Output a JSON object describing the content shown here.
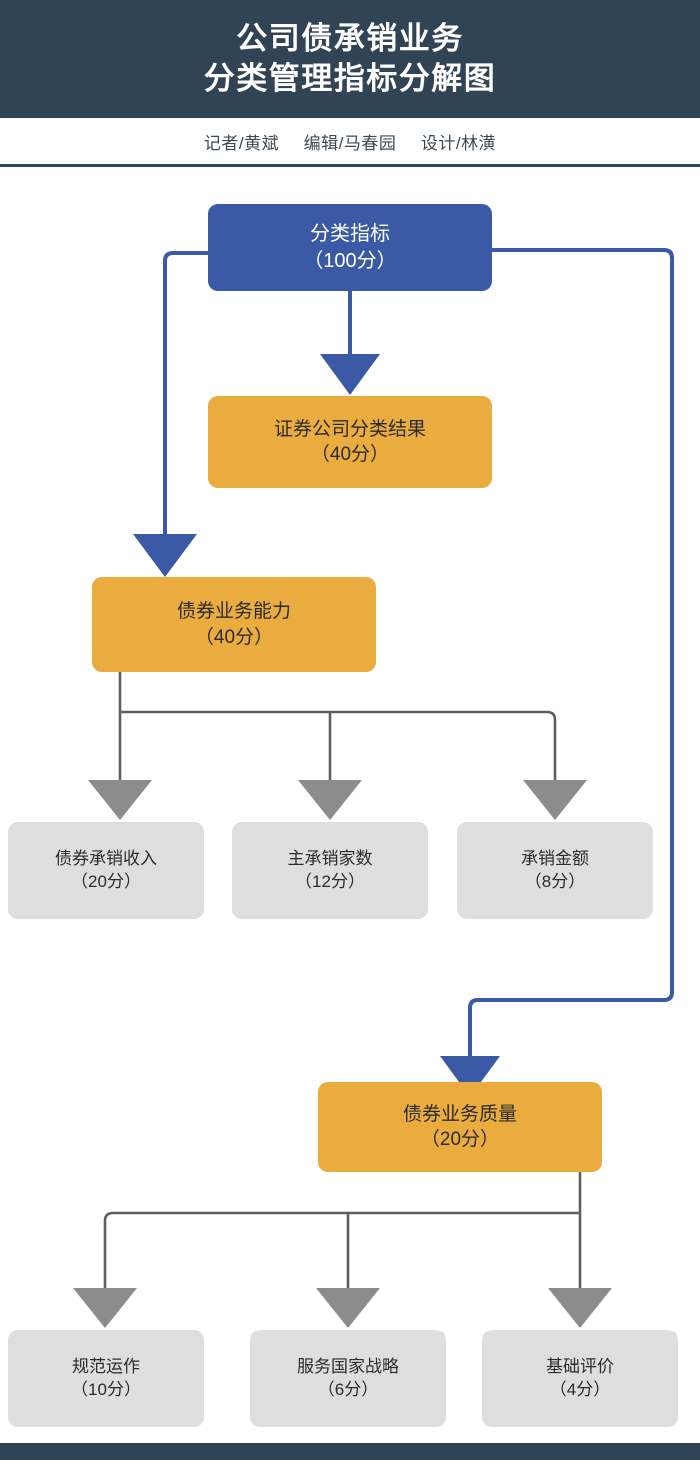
{
  "header": {
    "title_line1": "公司债承销业务",
    "title_line2": "分类管理指标分解图",
    "byline_reporter": "记者/黄斌",
    "byline_editor": "编辑/马春园",
    "byline_designer": "设计/林潢",
    "background_color": "#314455"
  },
  "colors": {
    "primary_blue": "#3a5aa5",
    "accent_orange": "#eaac3e",
    "leaf_gray": "#dedede",
    "connector_gray": "#5f5f5f",
    "arrow_gray": "#8c8c8c",
    "header_dark": "#314455",
    "page_background": "#ffffff"
  },
  "chart_data": {
    "type": "diagram",
    "title": "公司债承销业务分类管理指标分解图",
    "diagram_kind": "hierarchical-flowchart",
    "unit": "分",
    "root": {
      "id": "classification-index",
      "label": "分类指标",
      "score_label": "（100分）",
      "score": 100,
      "style": "primary"
    },
    "nodes": [
      {
        "id": "securities-firm-classification-result",
        "label": "证券公司分类结果",
        "score_label": "（40分）",
        "score": 40,
        "style": "accent",
        "parent": "classification-index",
        "level": 1
      },
      {
        "id": "bond-business-capability",
        "label": "债券业务能力",
        "score_label": "（40分）",
        "score": 40,
        "style": "accent",
        "parent": "classification-index",
        "level": 1
      },
      {
        "id": "bond-underwriting-income",
        "label": "债券承销收入",
        "score_label": "（20分）",
        "score": 20,
        "style": "leaf",
        "parent": "bond-business-capability",
        "level": 2
      },
      {
        "id": "lead-underwriter-count",
        "label": "主承销家数",
        "score_label": "（12分）",
        "score": 12,
        "style": "leaf",
        "parent": "bond-business-capability",
        "level": 2
      },
      {
        "id": "underwriting-amount",
        "label": "承销金额",
        "score_label": "（8分）",
        "score": 8,
        "style": "leaf",
        "parent": "bond-business-capability",
        "level": 2
      },
      {
        "id": "bond-business-quality",
        "label": "债券业务质量",
        "score_label": "（20分）",
        "score": 20,
        "style": "accent",
        "parent": "classification-index",
        "level": 1
      },
      {
        "id": "compliant-operation",
        "label": "规范运作",
        "score_label": "（10分）",
        "score": 10,
        "style": "leaf",
        "parent": "bond-business-quality",
        "level": 2
      },
      {
        "id": "serving-national-strategy",
        "label": "服务国家战略",
        "score_label": "（6分）",
        "score": 6,
        "style": "leaf",
        "parent": "bond-business-quality",
        "level": 2
      },
      {
        "id": "basic-evaluation",
        "label": "基础评价",
        "score_label": "（4分）",
        "score": 4,
        "style": "leaf",
        "parent": "bond-business-quality",
        "level": 2
      }
    ]
  }
}
